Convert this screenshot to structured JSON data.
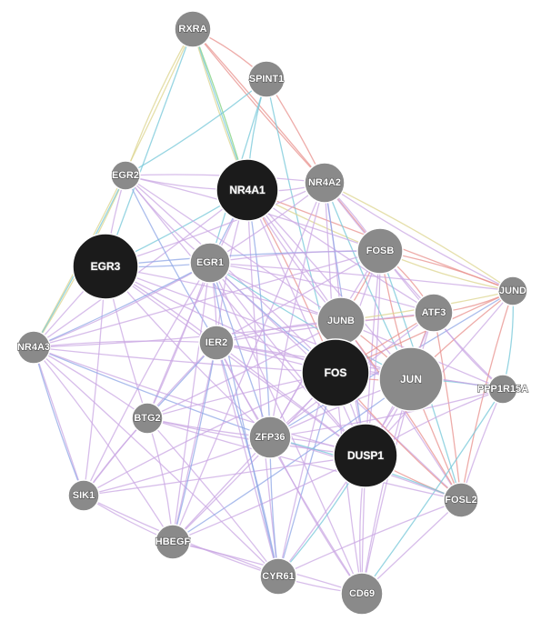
{
  "network": {
    "colors": {
      "query_node": "#1b1b1b",
      "related_node": "#8a8a8a",
      "edge_coexpression": "#c9a7e3",
      "edge_physical": "#e8908c",
      "edge_pathway": "#74c7d8",
      "edge_colocalization": "#8ea6e6",
      "edge_genetic": "#7fd07c",
      "edge_predicted": "#dcd48e"
    },
    "nodes": [
      {
        "id": "RXRA",
        "label": "RXRA",
        "type": "related"
      },
      {
        "id": "SPINT1",
        "label": "SPINT1",
        "type": "related"
      },
      {
        "id": "NR4A1",
        "label": "NR4A1",
        "type": "query"
      },
      {
        "id": "NR4A2",
        "label": "NR4A2",
        "type": "related"
      },
      {
        "id": "EGR2",
        "label": "EGR2",
        "type": "related"
      },
      {
        "id": "EGR3",
        "label": "EGR3",
        "type": "query"
      },
      {
        "id": "EGR1",
        "label": "EGR1",
        "type": "related"
      },
      {
        "id": "FOSB",
        "label": "FOSB",
        "type": "related"
      },
      {
        "id": "JUND",
        "label": "JUND",
        "type": "related"
      },
      {
        "id": "ATF3",
        "label": "ATF3",
        "type": "related"
      },
      {
        "id": "JUNB",
        "label": "JUNB",
        "type": "related"
      },
      {
        "id": "NR4A3",
        "label": "NR4A3",
        "type": "related"
      },
      {
        "id": "IER2",
        "label": "IER2",
        "type": "related"
      },
      {
        "id": "FOS",
        "label": "FOS",
        "type": "query"
      },
      {
        "id": "JUN",
        "label": "JUN",
        "type": "related"
      },
      {
        "id": "PPP1R15A",
        "label": "PPP1R15A",
        "type": "related"
      },
      {
        "id": "BTG2",
        "label": "BTG2",
        "type": "related"
      },
      {
        "id": "ZFP36",
        "label": "ZFP36",
        "type": "related"
      },
      {
        "id": "DUSP1",
        "label": "DUSP1",
        "type": "query"
      },
      {
        "id": "SIK1",
        "label": "SIK1",
        "type": "related"
      },
      {
        "id": "FOSL2",
        "label": "FOSL2",
        "type": "related"
      },
      {
        "id": "HBEGF",
        "label": "HBEGF",
        "type": "related"
      },
      {
        "id": "CYR61",
        "label": "CYR61",
        "type": "related"
      },
      {
        "id": "CD69",
        "label": "CD69",
        "type": "related"
      }
    ]
  }
}
